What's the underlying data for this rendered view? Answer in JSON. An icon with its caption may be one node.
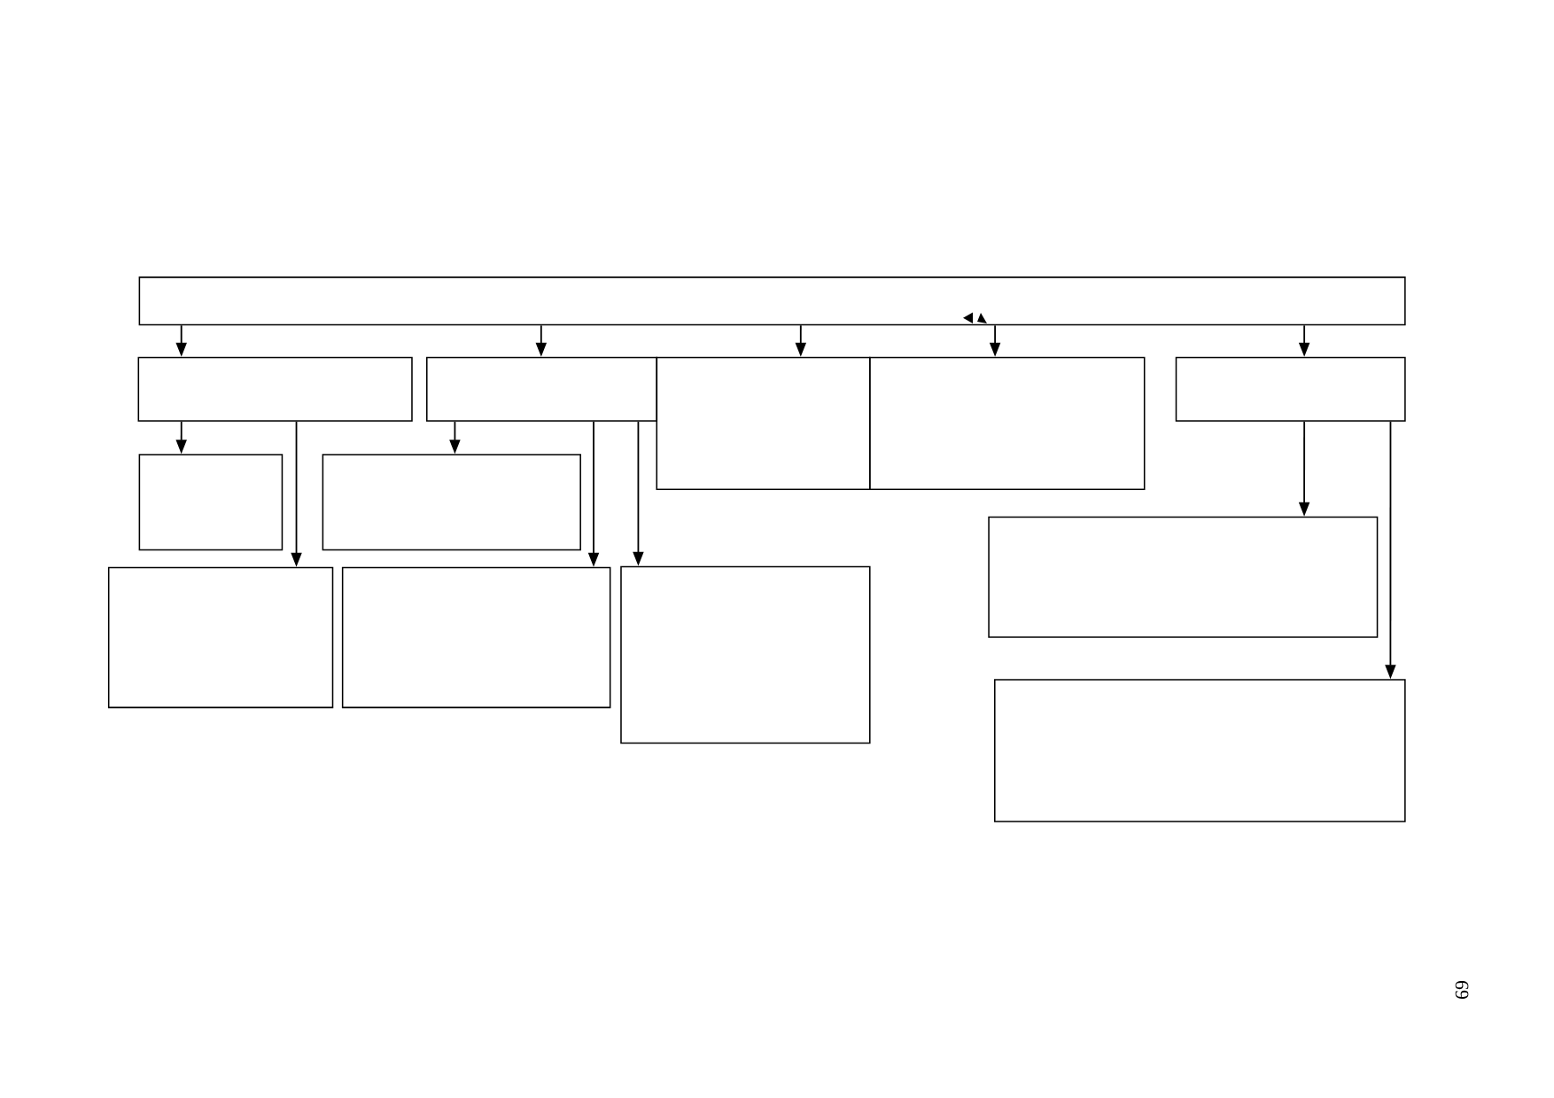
{
  "diagram": {
    "nodes": [
      {
        "text": [],
        "shape": "box"
      },
      {
        "text": [],
        "shape": "box"
      },
      {
        "text": [],
        "shape": "box"
      },
      {
        "text": [],
        "shape": "box"
      },
      {
        "text": [],
        "shape": "box"
      },
      {
        "text": [],
        "shape": "box"
      },
      {
        "text": [],
        "shape": "box"
      },
      {
        "text": [],
        "shape": "box"
      },
      {
        "text": [],
        "shape": "box"
      },
      {
        "text": [],
        "shape": "box"
      },
      {
        "text": [],
        "shape": "box"
      },
      {
        "text": [],
        "shape": "box"
      },
      {
        "text": [],
        "shape": "box"
      }
    ],
    "edges": [
      {
        "from": 0,
        "to": 1,
        "arrow": "to"
      },
      {
        "from": 0,
        "to": 2,
        "arrow": "to"
      },
      {
        "from": 0,
        "to": 3,
        "arrow": "to"
      },
      {
        "from": 0,
        "to": 4,
        "arrow": "to"
      },
      {
        "from": 0,
        "to": 5,
        "arrow": "to"
      },
      {
        "from": 1,
        "to": 6,
        "arrow": "to"
      },
      {
        "from": 1,
        "to": 9,
        "arrow": "to"
      },
      {
        "from": 2,
        "to": 7,
        "arrow": "to"
      },
      {
        "from": 2,
        "to": 10,
        "arrow": "to"
      },
      {
        "from": 2,
        "to": 11,
        "arrow": "to"
      },
      {
        "from": 5,
        "to": 8,
        "arrow": "to"
      },
      {
        "from": 5,
        "to": 12,
        "arrow": "to"
      }
    ],
    "labels": [
      "69"
    ]
  }
}
